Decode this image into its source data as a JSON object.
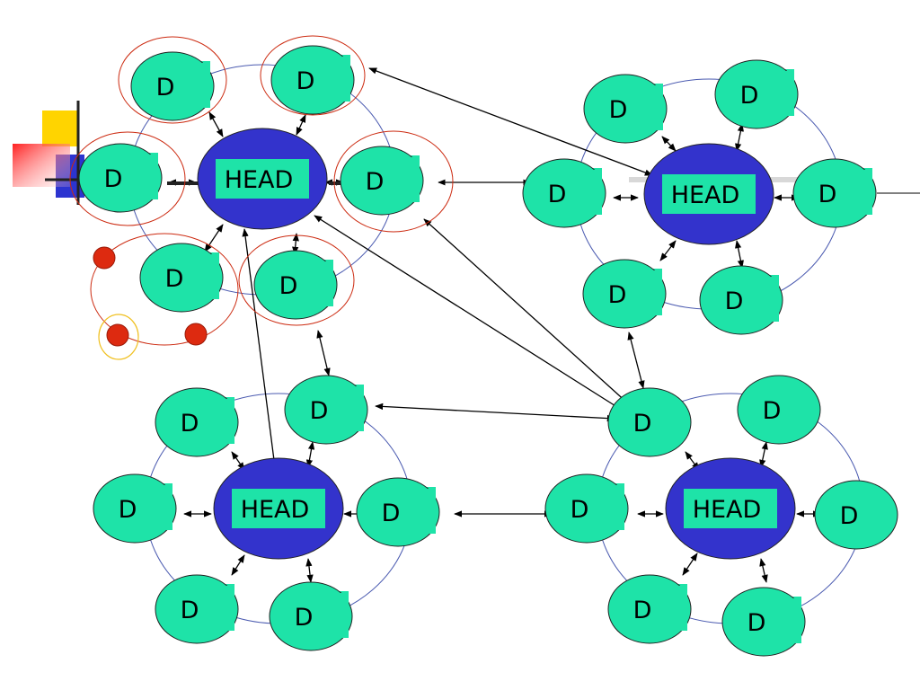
{
  "labels": {
    "d": "D",
    "head": "HEAD"
  },
  "colors": {
    "node_fill": "#1ee3a8",
    "node_tab": "#1ee3a8",
    "head_fill": "#3333cc",
    "head_label_bg": "#1ee3a8",
    "ring": "#4a5ab0",
    "outline_red": "#cc2a10",
    "dot_red": "#dd2a10",
    "dot_ring_yellow": "#f0c020",
    "arrow": "#000000",
    "decor_yellow": "#ffd400",
    "decor_red": "#ff3030",
    "decor_blue": "#2c34d0"
  },
  "clusters": [
    {
      "id": "top-left",
      "head": "HEAD",
      "nodes": [
        "D",
        "D",
        "D",
        "D",
        "D",
        "D"
      ]
    },
    {
      "id": "top-right",
      "head": "HEAD",
      "nodes": [
        "D",
        "D",
        "D",
        "D",
        "D",
        "D"
      ]
    },
    {
      "id": "bottom-left",
      "head": "HEAD",
      "nodes": [
        "D",
        "D",
        "D",
        "D",
        "D",
        "D"
      ]
    },
    {
      "id": "bottom-right",
      "head": "HEAD",
      "nodes": [
        "D",
        "D",
        "D",
        "D",
        "D",
        "D"
      ]
    }
  ]
}
